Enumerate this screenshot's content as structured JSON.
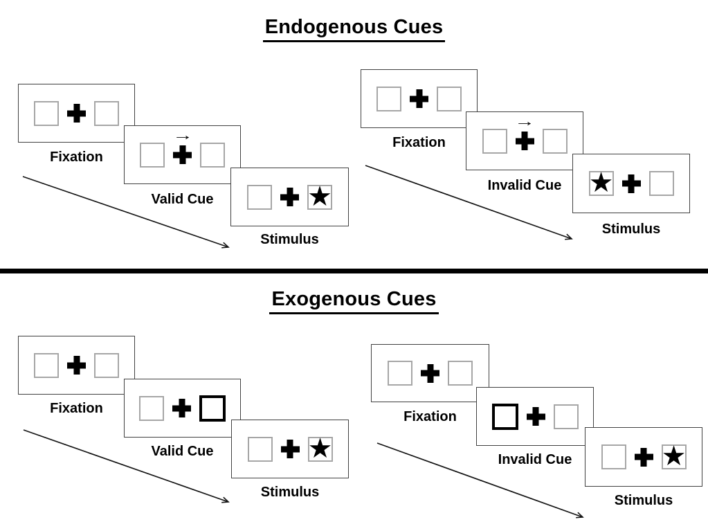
{
  "page": {
    "background": "#ffffff"
  },
  "colors": {
    "ink": "#000000",
    "panel_border": "#404040",
    "box_border": "#a6a6a6",
    "divider": "#000000"
  },
  "icons": {
    "star": "★",
    "cue_arrow": "→",
    "fixation_cross": "css-heavy-plus",
    "timeline_arrow": "diagonal-arrow"
  },
  "sections": [
    {
      "title": "Endogenous Cues",
      "groups": [
        {
          "name": "valid",
          "panels": [
            {
              "label": "Fixation"
            },
            {
              "label": "Valid Cue"
            },
            {
              "label": "Stimulus"
            }
          ]
        },
        {
          "name": "invalid",
          "panels": [
            {
              "label": "Fixation"
            },
            {
              "label": "Invalid Cue"
            },
            {
              "label": "Stimulus"
            }
          ]
        }
      ]
    },
    {
      "title": "Exogenous Cues",
      "groups": [
        {
          "name": "valid",
          "panels": [
            {
              "label": "Fixation"
            },
            {
              "label": "Valid Cue"
            },
            {
              "label": "Stimulus"
            }
          ]
        },
        {
          "name": "invalid",
          "panels": [
            {
              "label": "Fixation"
            },
            {
              "label": "Invalid Cue"
            },
            {
              "label": "Stimulus"
            }
          ]
        }
      ]
    }
  ]
}
